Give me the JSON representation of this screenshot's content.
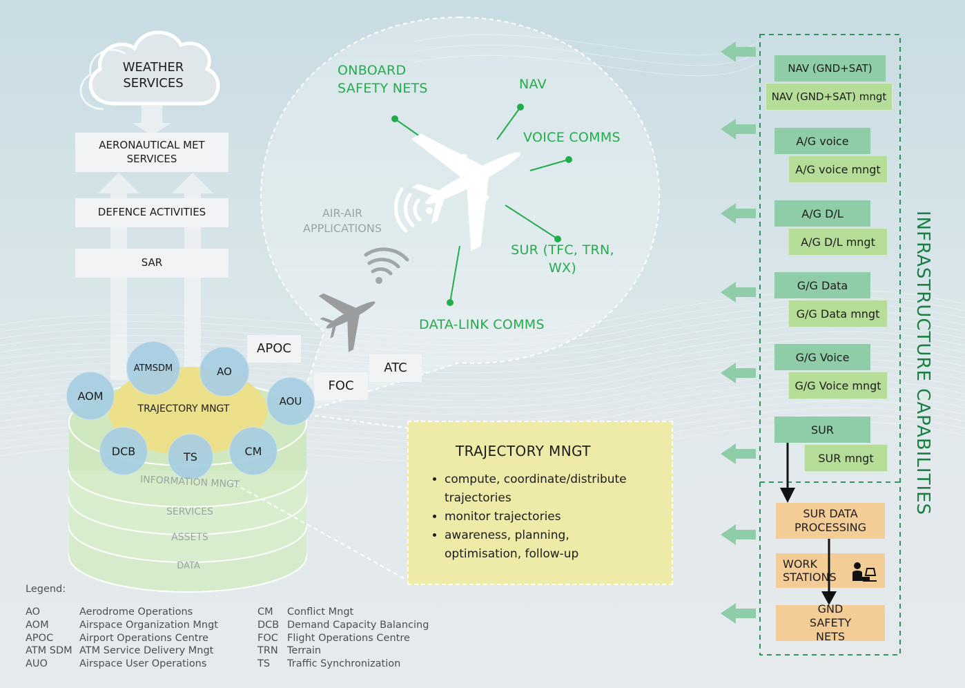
{
  "weather": "WEATHER SERVICES",
  "left_stack": {
    "met": "AERONAUTICAL MET SERVICES",
    "defence": "DEFENCE ACTIVITIES",
    "sar": "SAR"
  },
  "bubble": {
    "onboard_safety_nets": "ONBOARD SAFETY NETS",
    "nav": "NAV",
    "voice_comms": "VOICE COMMS",
    "sur": "SUR (TFC, TRN, WX)",
    "data_link_comms": "DATA-LINK COMMS",
    "air_air": "AIR-AIR APPLICATIONS"
  },
  "users": {
    "apoc": "APOC",
    "atc": "ATC",
    "foc": "FOC"
  },
  "cylinder": {
    "trajectory": "TRAJECTORY MNGT",
    "circles": {
      "atmsdm": "ATMSDM",
      "ao": "AO",
      "aom": "AOM",
      "aou": "AOU",
      "dcb": "DCB",
      "ts": "TS",
      "cm": "CM"
    },
    "layers": {
      "information": "INFORMATION MNGT",
      "services": "SERVICES",
      "assets": "ASSETS",
      "data": "DATA"
    }
  },
  "detail_box": {
    "title": "TRAJECTORY MNGT",
    "bullets": [
      "compute, coordinate/distribute trajectories",
      "monitor trajectories",
      "awareness, planning, optimisation, follow-up"
    ]
  },
  "infrastructure": {
    "title": "INFRASTRUCTURE CAPABILITIES",
    "pairs": [
      {
        "main": "NAV (GND+SAT)",
        "mngt": "NAV (GND+SAT)  mngt"
      },
      {
        "main": "A/G voice",
        "mngt": "A/G voice mngt"
      },
      {
        "main": "A/G D/L",
        "mngt": "A/G D/L mngt"
      },
      {
        "main": "G/G Data",
        "mngt": "G/G Data mngt"
      },
      {
        "main": "G/G Voice",
        "mngt": "G/G Voice mngt"
      },
      {
        "main": "SUR",
        "mngt": "SUR mngt"
      }
    ],
    "ground": {
      "sur_data": "SUR DATA PROCESSING",
      "work_stations": "WORK STATIONS",
      "gnd_safety_nets": "GND SAFETY NETS"
    }
  },
  "legend": {
    "title": "Legend:",
    "left": [
      {
        "abbr": "AO",
        "full": "Aerodrome Operations"
      },
      {
        "abbr": "AOM",
        "full": "Airspace Organization Mngt"
      },
      {
        "abbr": "APOC",
        "full": "Airport Operations Centre"
      },
      {
        "abbr": "ATM SDM",
        "full": "ATM Service Delivery Mngt"
      },
      {
        "abbr": "AUO",
        "full": "Airspace User Operations"
      }
    ],
    "right": [
      {
        "abbr": "CM",
        "full": "Conflict Mngt"
      },
      {
        "abbr": "DCB",
        "full": "Demand Capacity Balancing"
      },
      {
        "abbr": "FOC",
        "full": "Flight Operations Centre"
      },
      {
        "abbr": "TRN",
        "full": "Terrain"
      },
      {
        "abbr": "TS",
        "full": "Traffic Synchronization"
      }
    ]
  },
  "colors": {
    "green_text": "#22ad4b",
    "infra_dark": "#8fcca8",
    "infra_light": "#b6dd98",
    "orange": "#f4cd96",
    "trajectory_yellow": "#ede08a",
    "circle_blue": "#a6cde2"
  }
}
